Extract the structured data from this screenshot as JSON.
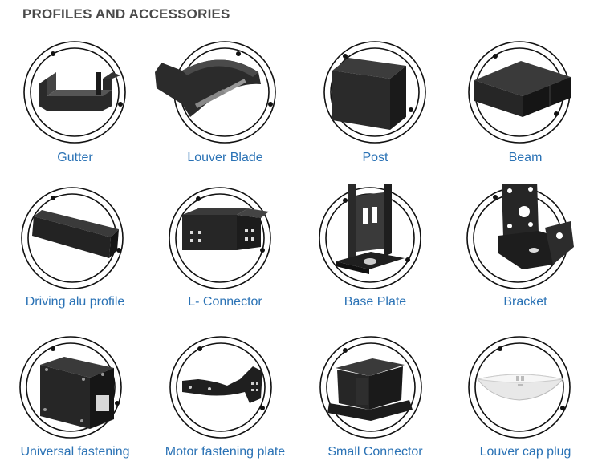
{
  "page": {
    "title": "PROFILES AND ACCESSORIES"
  },
  "colors": {
    "label": "#2a72b5",
    "title": "#4a4a4a",
    "product": "#1c1c1c",
    "ring": "#111111"
  },
  "products": [
    {
      "label": "Gutter",
      "icon": "gutter-icon"
    },
    {
      "label": "Louver Blade",
      "icon": "louver-blade-icon"
    },
    {
      "label": "Post",
      "icon": "post-icon"
    },
    {
      "label": "Beam",
      "icon": "beam-icon"
    },
    {
      "label": "Driving alu profile",
      "icon": "driving-alu-profile-icon"
    },
    {
      "label": "L- Connector",
      "icon": "l-connector-icon"
    },
    {
      "label": "Base Plate",
      "icon": "base-plate-icon"
    },
    {
      "label": "Bracket",
      "icon": "bracket-icon"
    },
    {
      "label": "Universal fastening",
      "icon": "universal-fastening-icon"
    },
    {
      "label": "Motor fastening plate",
      "icon": "motor-fastening-plate-icon"
    },
    {
      "label": "Small  Connector",
      "icon": "small-connector-icon"
    },
    {
      "label": "Louver cap plug",
      "icon": "louver-cap-plug-icon"
    }
  ]
}
